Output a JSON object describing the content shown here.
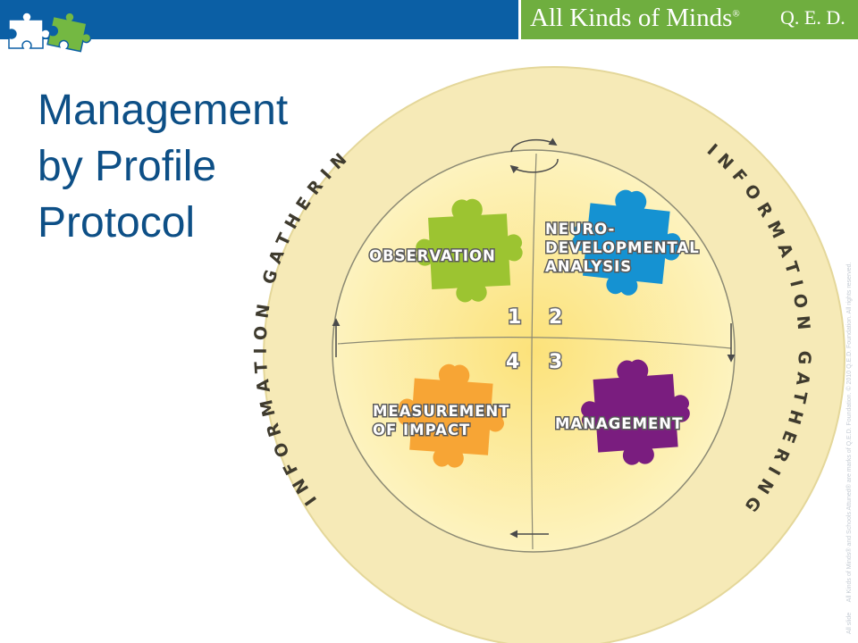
{
  "header": {
    "brand_name": "All Kinds of Minds",
    "brand_mark": "®",
    "partner": "Q. E. D."
  },
  "title": "Management\nby Profile\nProtocol",
  "diagram": {
    "ring_label": "INFORMATION GATHERING",
    "quadrants": [
      {
        "number": "1",
        "lines": [
          "OBSERVATION"
        ],
        "color": "#9cc431"
      },
      {
        "number": "2",
        "lines": [
          "NEURO-",
          "DEVELOPMENTAL",
          "ANALYSIS"
        ],
        "color": "#1592d2"
      },
      {
        "number": "3",
        "lines": [
          "MANAGEMENT"
        ],
        "color": "#7a1d7f"
      },
      {
        "number": "4",
        "lines": [
          "MEASUREMENT",
          "OF IMPACT"
        ],
        "color": "#f7a535"
      }
    ],
    "colors": {
      "outer_ring": "#f6eab7",
      "inner_circle": "#fdf0a6",
      "divider": "#8c8a74"
    }
  },
  "footer": {
    "page_code": "All slide",
    "note": "All Kinds of Minds® and Schools Attuned® are marks of Q.E.D. Foundation. © 2010 Q.E.D. Foundation. All rights reserved."
  }
}
